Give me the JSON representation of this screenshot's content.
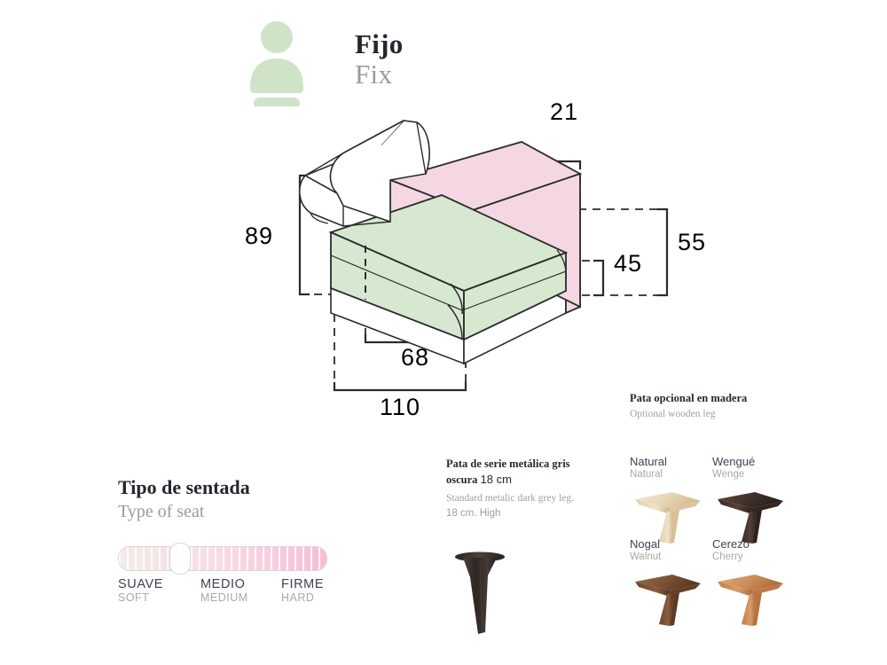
{
  "header": {
    "icon": "seated-person-icon",
    "title_es": "FIJO",
    "title_en": "FIX",
    "title_es_display": "Fijo",
    "title_en_display": "Fix",
    "icon_color": "#cfe3c8"
  },
  "diagram": {
    "name": "sofa-module-dimension-diagram",
    "colors": {
      "seat": "#d6e8d0",
      "armrest": "#f4d7e3",
      "backrest": "#ffffff",
      "outline": "#2b2b2b",
      "dimension_text": "#3c4352"
    },
    "dimensions": {
      "total_height": "89",
      "armrest_width": "21",
      "armrest_height": "55",
      "seat_height": "45",
      "seat_depth": "68",
      "total_depth": "110"
    },
    "unit": "cm"
  },
  "seat_type": {
    "title_es": "Tipo de sentada",
    "title_en": "Type of seat",
    "slider": {
      "name": "seat-firmness-slider",
      "position_percent": 27,
      "marks": [
        {
          "es": "SUAVE",
          "en": "SOFT"
        },
        {
          "es": "MEDIO",
          "en": "MEDIUM"
        },
        {
          "es": "FIRME",
          "en": "HARD"
        }
      ]
    }
  },
  "metal_leg": {
    "title_es_line1": "Pata de serie metálica gris",
    "title_es_line2_text": "oscura",
    "title_es_line2_num": "18 cm",
    "title_en_line1": "Standard metalic dark grey leg.",
    "title_en_line2": "18 cm. High",
    "color": "#3a3230"
  },
  "wooden_legs": {
    "title_es": "Pata opcional en madera",
    "title_en": "Optional wooden leg",
    "options": [
      {
        "es": "Natural",
        "en": "Natural",
        "light": "#f0e2c8",
        "mid": "#e2cfae",
        "dark": "#cbb184"
      },
      {
        "es": "Wengué",
        "en": "Wenge",
        "light": "#5b433a",
        "mid": "#42302a",
        "dark": "#2e211c"
      },
      {
        "es": "Nogal",
        "en": "Walnut",
        "light": "#8a5f42",
        "mid": "#70492f",
        "dark": "#55351f"
      },
      {
        "es": "Cerezo",
        "en": "Cherry",
        "light": "#d99b68",
        "mid": "#c6834f",
        "dark": "#a96838"
      }
    ]
  }
}
